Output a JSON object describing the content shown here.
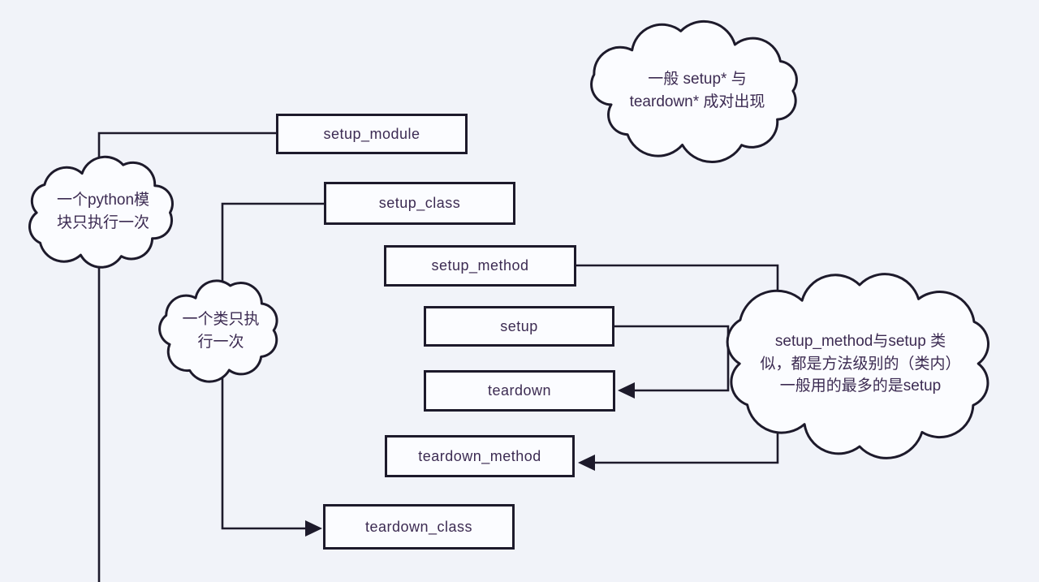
{
  "colors": {
    "background": "#f1f3f9",
    "line": "#1d1a2b",
    "text": "#3c2b52",
    "shape_fill": "#fbfcff"
  },
  "nodes": [
    {
      "id": "setup_module",
      "label": "setup_module"
    },
    {
      "id": "setup_class",
      "label": "setup_class"
    },
    {
      "id": "setup_method",
      "label": "setup_method"
    },
    {
      "id": "setup",
      "label": "setup"
    },
    {
      "id": "teardown",
      "label": "teardown"
    },
    {
      "id": "teardown_method",
      "label": "teardown_method"
    },
    {
      "id": "teardown_class",
      "label": "teardown_class"
    }
  ],
  "notes": [
    {
      "id": "note-module",
      "text": "一个python模\n块只执行一次"
    },
    {
      "id": "note-class",
      "text": "一个类只执\n行一次"
    },
    {
      "id": "note-pairing",
      "text": "一般 setup* 与\nteardown* 成对出现"
    },
    {
      "id": "note-method",
      "text": "setup_method与setup 类\n似，都是方法级别的（类内）\n一般用的最多的是setup"
    }
  ]
}
